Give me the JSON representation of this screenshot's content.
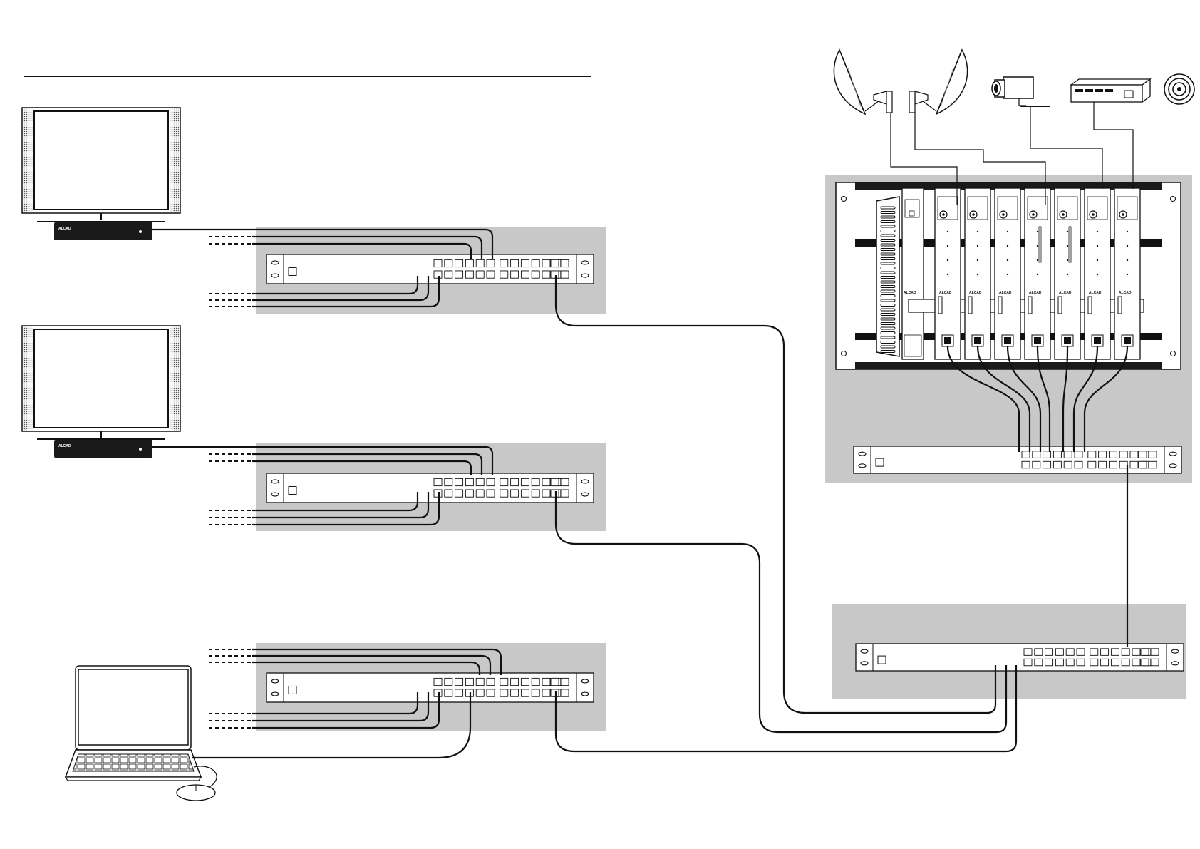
{
  "colors": {
    "panel_gray": "#c8c8c8",
    "line": "#111111",
    "background": "#ffffff"
  },
  "brand": {
    "set_top_box_label": "ALCAD",
    "module_label": "ALCAD"
  },
  "devices": {
    "tv_1": "flat-screen-tv",
    "tv_2": "flat-screen-tv",
    "laptop": "laptop-computer",
    "mouse": "computer-mouse",
    "satellite_dish_1": "satellite-dish",
    "satellite_dish_2": "satellite-dish",
    "camera": "cctv-camera",
    "receiver": "av-receiver",
    "radio_source": "radio-broadcast",
    "headend": "headend-module-rack",
    "switches": [
      "floor-switch-1",
      "floor-switch-2",
      "floor-switch-3",
      "headend-switch",
      "core-switch"
    ]
  }
}
